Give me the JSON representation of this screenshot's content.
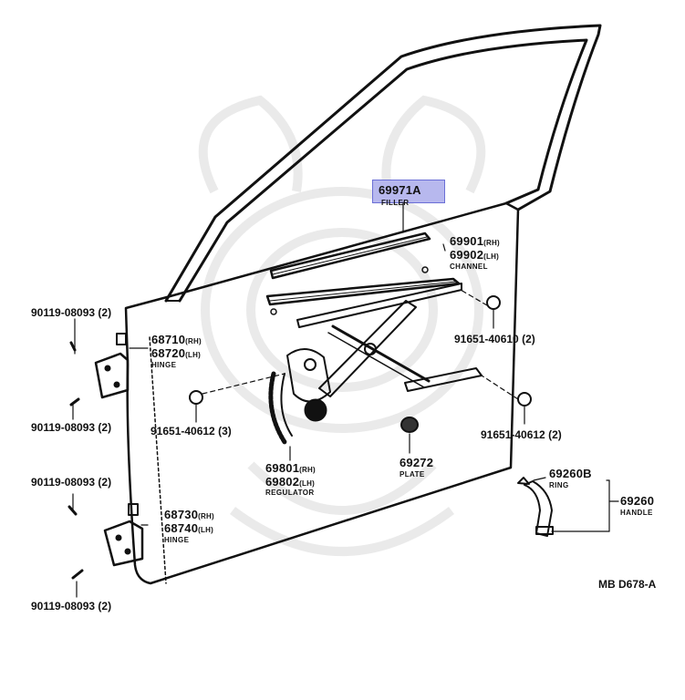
{
  "diagram_code": "MB D678-A",
  "highlighted_part": {
    "number": "69971A",
    "name": "FILLER"
  },
  "parts": {
    "filler": {
      "number": "69971A",
      "name": "FILLER"
    },
    "channel": {
      "rh": "69901",
      "lh": "69902",
      "rh_tag": "(RH)",
      "lh_tag": "(LH)",
      "name": "CHANNEL"
    },
    "bolt_top_right": {
      "number": "91651-40610",
      "qty": "(2)"
    },
    "bolt_mid_left": {
      "number": "91651-40612",
      "qty": "(3)"
    },
    "bolt_mid_right": {
      "number": "91651-40612",
      "qty": "(2)"
    },
    "regulator": {
      "rh": "69801",
      "lh": "69802",
      "rh_tag": "(RH)",
      "lh_tag": "(LH)",
      "name": "REGULATOR"
    },
    "plate": {
      "number": "69272",
      "name": "PLATE"
    },
    "ring": {
      "number": "69260B",
      "name": "RING"
    },
    "handle": {
      "number": "69260",
      "name": "HANDLE"
    },
    "upper_hinge": {
      "rh": "68710",
      "lh": "68720",
      "rh_tag": "(RH)",
      "lh_tag": "(LH)",
      "name": "HINGE"
    },
    "lower_hinge": {
      "rh": "68730",
      "lh": "68740",
      "rh_tag": "(RH)",
      "lh_tag": "(LH)",
      "name": "HINGE"
    },
    "bolts_hinge": [
      {
        "number": "90119-08093",
        "qty": "(2)"
      },
      {
        "number": "90119-08093",
        "qty": "(2)"
      },
      {
        "number": "90119-08093",
        "qty": "(2)"
      },
      {
        "number": "90119-08093",
        "qty": "(2)"
      }
    ]
  }
}
